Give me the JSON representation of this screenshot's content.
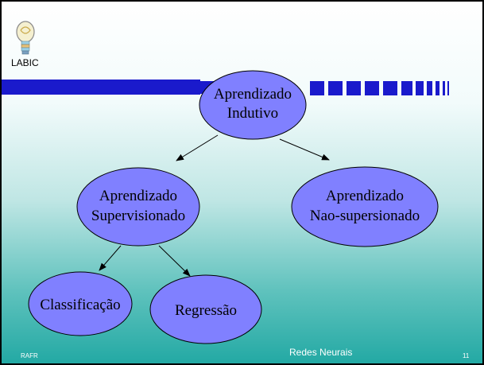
{
  "logo": {
    "label": "LABIC",
    "icon": "lightbulb-icon"
  },
  "nodes": {
    "root": {
      "line1": "Aprendizado",
      "line2": "Indutivo"
    },
    "supervised": {
      "line1": "Aprendizado",
      "line2": "Supervisionado"
    },
    "unsupervised": {
      "line1": "Aprendizado",
      "line2": "Nao-supersionado"
    },
    "classification": {
      "label": "Classificação"
    },
    "regression": {
      "label": "Regressão"
    }
  },
  "footer": {
    "author": "RAFR",
    "course": "Redes Neurais",
    "slide_number": "11"
  },
  "colors": {
    "node_fill": "#8080ff",
    "band": "#1a1acc",
    "teal": "#23a9a4"
  }
}
